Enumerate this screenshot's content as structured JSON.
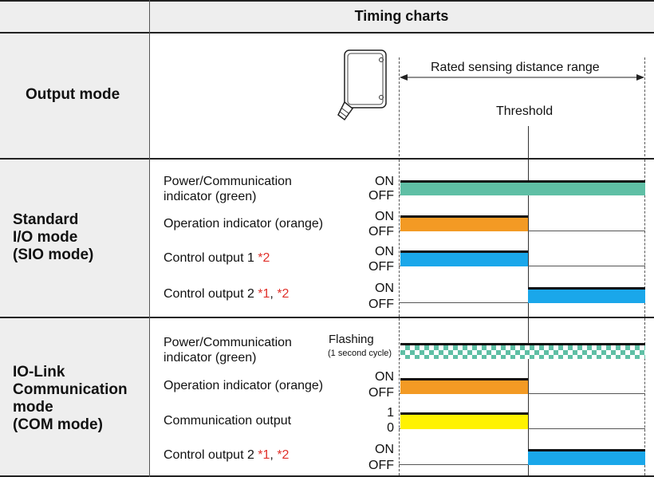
{
  "header": {
    "title": "Timing charts"
  },
  "output_mode": {
    "label": "Output mode",
    "range_label": "Rated sensing distance range",
    "threshold_label": "Threshold"
  },
  "sio": {
    "mode_label": "Standard\nI/O mode\n(SIO mode)",
    "signals": [
      {
        "label": "Power/Communication\nindicator (green)",
        "state_high": "ON",
        "state_low": "OFF",
        "state": "ON across range",
        "color": "#5fbfa5"
      },
      {
        "label": "Operation indicator (orange)",
        "state_high": "ON",
        "state_low": "OFF",
        "state": "ON before threshold",
        "color": "#f39a24"
      },
      {
        "label_main": "Control output 1 ",
        "notes": "*2",
        "state_high": "ON",
        "state_low": "OFF",
        "state": "ON before threshold",
        "color": "#1aa7ea"
      },
      {
        "label_main": "Control output 2 ",
        "note1": "*1",
        "sep": ", ",
        "note2": "*2",
        "state_high": "ON",
        "state_low": "OFF",
        "state": "ON after threshold",
        "color": "#1aa7ea"
      }
    ]
  },
  "com": {
    "mode_label": "IO-Link\nCommunication\nmode\n(COM mode)",
    "signals": [
      {
        "label": "Power/Communication\nindicator (green)",
        "state_top": "Flashing",
        "state_bottom": "(1 second cycle)",
        "state": "Flashing across range",
        "color": "#5fbfa5"
      },
      {
        "label": "Operation indicator (orange)",
        "state_high": "ON",
        "state_low": "OFF",
        "state": "ON before threshold",
        "color": "#f39a24"
      },
      {
        "label": "Communication output",
        "state_high": "1",
        "state_low": "0",
        "state": "1 before threshold",
        "color": "#fff200"
      },
      {
        "label_main": "Control output 2 ",
        "note1": "*1",
        "sep": ", ",
        "note2": "*2",
        "state_high": "ON",
        "state_low": "OFF",
        "state": "ON after threshold",
        "color": "#1aa7ea"
      }
    ]
  },
  "colors": {
    "note": "#e0302a",
    "label_column_bg": "#eeeeee"
  }
}
